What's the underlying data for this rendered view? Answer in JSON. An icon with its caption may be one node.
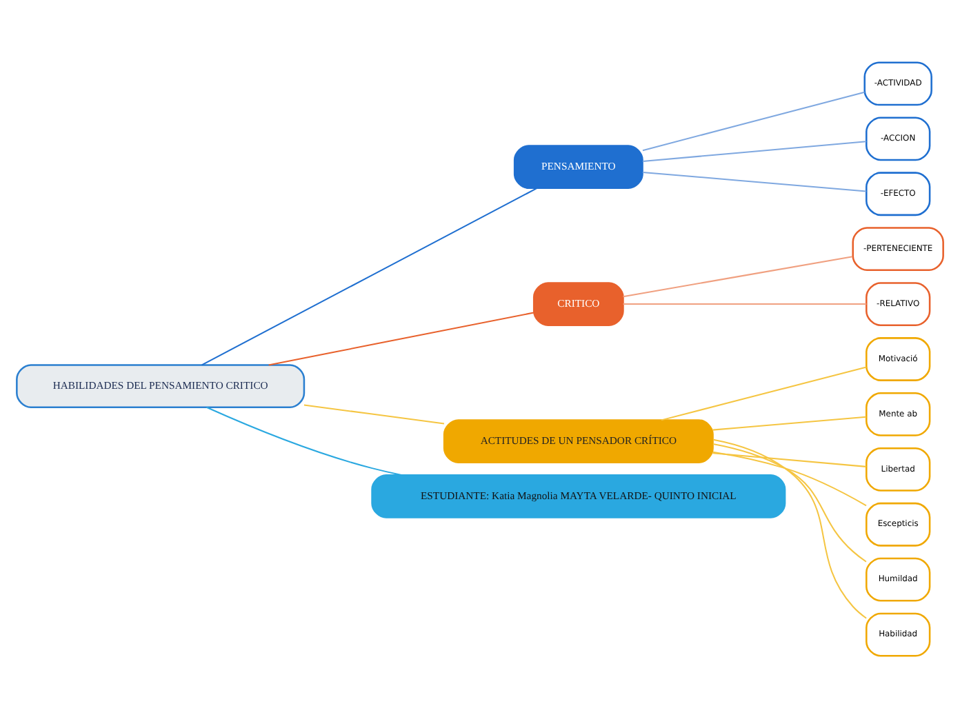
{
  "diagram": {
    "nodes": [
      {
        "text": [
          "HABILIDADES DEL PENSAMIENTO CRITICO"
        ]
      },
      {
        "text": [
          "PENSAMIENTO"
        ]
      },
      {
        "text": [
          "-ACTIVIDAD"
        ]
      },
      {
        "text": [
          "-ACCION"
        ]
      },
      {
        "text": [
          "-EFECTO"
        ]
      },
      {
        "text": [
          "CRITICO"
        ]
      },
      {
        "text": [
          "-PERTENECIENTE"
        ]
      },
      {
        "text": [
          "-RELATIVO"
        ]
      },
      {
        "text": [
          "ACTITUDES DE UN PENSADOR CRÍTICO"
        ]
      },
      {
        "text": [
          "Motivació"
        ]
      },
      {
        "text": [
          "Mente ab"
        ]
      },
      {
        "text": [
          "Libertad"
        ]
      },
      {
        "text": [
          "Escepticis"
        ]
      },
      {
        "text": [
          "Humildad"
        ]
      },
      {
        "text": [
          "Habilidad"
        ]
      },
      {
        "text": [
          "ESTUDIANTE: Katia Magnolia MAYTA VELARDE- QUINTO INICIAL"
        ]
      }
    ],
    "edges": [
      {
        "from": 0,
        "to": 1,
        "arrow": "none",
        "color": "#1f6fd0"
      },
      {
        "from": 1,
        "to": 2,
        "arrow": "none",
        "color": "#7fa8e0"
      },
      {
        "from": 1,
        "to": 3,
        "arrow": "none",
        "color": "#7fa8e0"
      },
      {
        "from": 1,
        "to": 4,
        "arrow": "none",
        "color": "#7fa8e0"
      },
      {
        "from": 0,
        "to": 5,
        "arrow": "none",
        "color": "#e8612c"
      },
      {
        "from": 5,
        "to": 6,
        "arrow": "none",
        "color": "#f0a080"
      },
      {
        "from": 5,
        "to": 7,
        "arrow": "none",
        "color": "#f0a080"
      },
      {
        "from": 0,
        "to": 8,
        "arrow": "none"
      },
      {
        "from": 8,
        "to": 9,
        "arrow": "none"
      },
      {
        "from": 8,
        "to": 10,
        "arrow": "none"
      },
      {
        "from": 8,
        "to": 11,
        "arrow": "none"
      },
      {
        "from": 8,
        "to": 12,
        "arrow": "none"
      },
      {
        "from": 8,
        "to": 13,
        "arrow": "none"
      },
      {
        "from": 8,
        "to": 14,
        "arrow": "none"
      },
      {
        "from": 0,
        "to": 15,
        "arrow": "none",
        "color": "#2aa8e0"
      }
    ]
  }
}
